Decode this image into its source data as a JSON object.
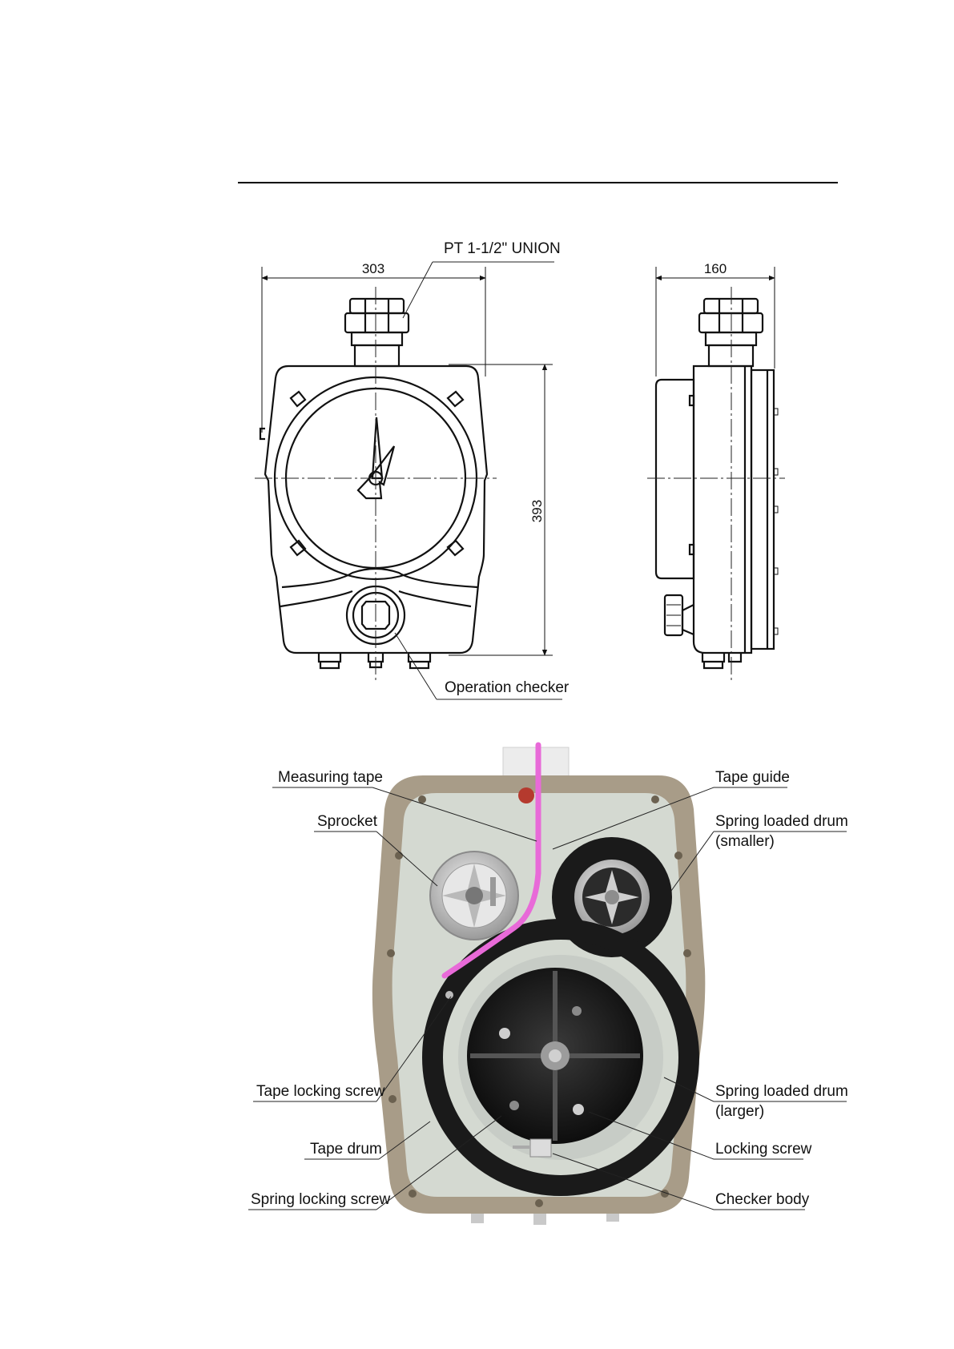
{
  "drawing": {
    "dim_width": "303",
    "dim_depth": "160",
    "dim_height": "393",
    "callout_union": "PT 1-1/2\" UNION",
    "callout_checker": "Operation checker"
  },
  "photo": {
    "labels": {
      "measuring_tape": "Measuring tape",
      "sprocket": "Sprocket",
      "tape_locking_screw": "Tape locking screw",
      "tape_drum": "Tape drum",
      "spring_locking_screw": "Spring locking screw",
      "tape_guide": "Tape guide",
      "spring_drum_smaller_1": "Spring loaded drum",
      "spring_drum_smaller_2": "(smaller)",
      "spring_drum_larger_1": "Spring loaded drum",
      "spring_drum_larger_2": "(larger)",
      "locking_screw": "Locking screw",
      "checker_body": "Checker body"
    },
    "colors": {
      "tape": "#e86ad8",
      "housing": "#a89c88",
      "interior": "#d4d9d1",
      "drum": "#1a1a1a"
    }
  }
}
